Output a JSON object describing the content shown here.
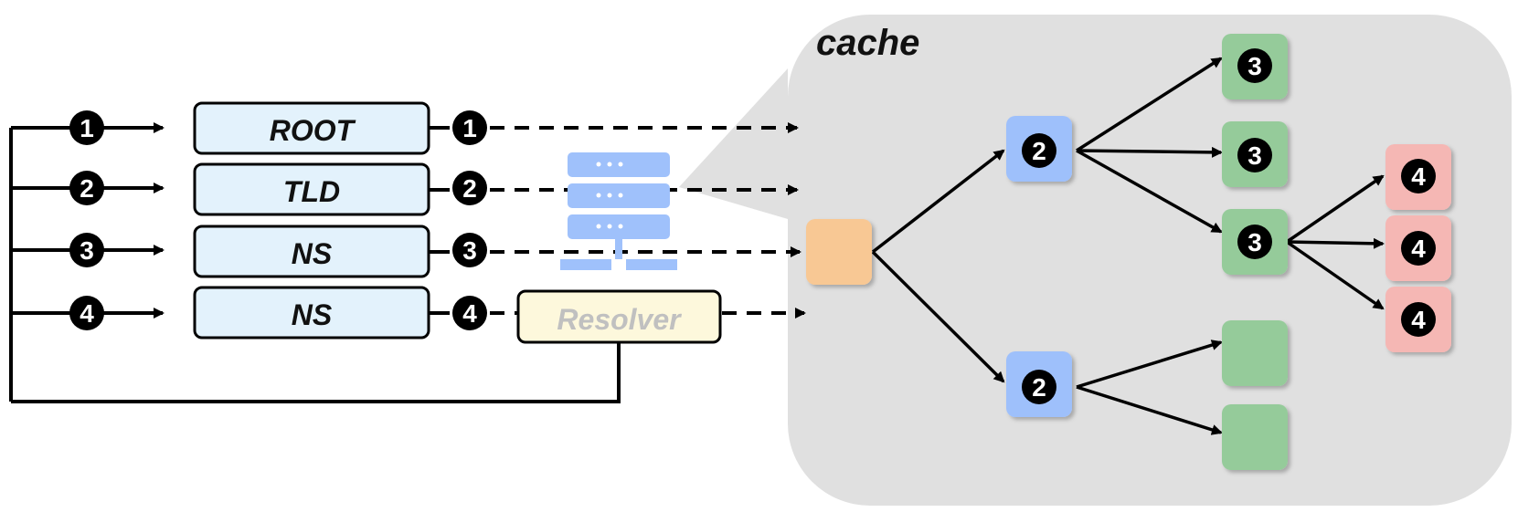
{
  "cache": {
    "title": "cache"
  },
  "servers": [
    {
      "label": "ROOT",
      "step": "1"
    },
    {
      "label": "TLD",
      "step": "2"
    },
    {
      "label": "NS",
      "step": "3"
    },
    {
      "label": "NS",
      "step": "4"
    }
  ],
  "resolver": {
    "label": "Resolver"
  },
  "tree": {
    "level2": [
      "2",
      "2"
    ],
    "level3": [
      "3",
      "3",
      "3",
      "",
      ""
    ],
    "level4": [
      "4",
      "4",
      "4"
    ]
  },
  "colors": {
    "cache_bg": "#e0e0e0",
    "server_fill": "#e3f2fc",
    "resolver_fill": "#fdf8dc",
    "server_icon": "#9fc1fb",
    "root_node": "#f8c894",
    "level2_node": "#9ec0fb",
    "level3_node": "#95cb9a",
    "level4_node": "#f5b7b4",
    "badge": "#000000"
  }
}
